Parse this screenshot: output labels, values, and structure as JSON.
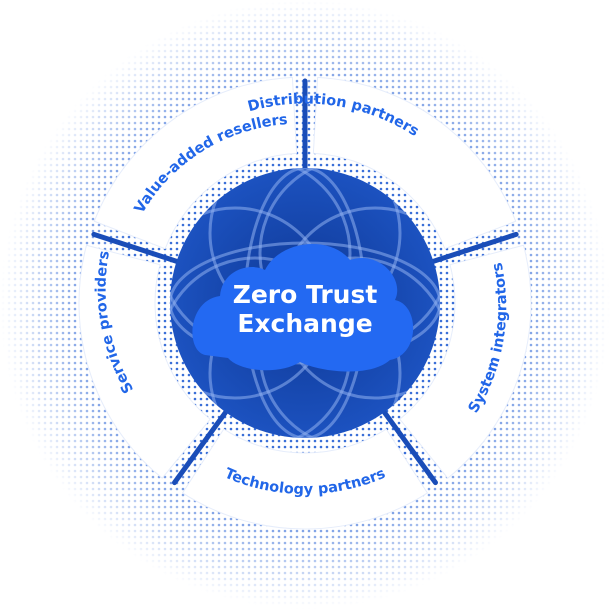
{
  "center": {
    "title_line1": "Zero Trust",
    "title_line2": "Exchange"
  },
  "segments": [
    {
      "label": "Distribution partners"
    },
    {
      "label": "System integrators"
    },
    {
      "label": "Technology partners"
    },
    {
      "label": "Service providers"
    },
    {
      "label": "Value-added resellers"
    }
  ],
  "colors": {
    "accent": "#2166e8",
    "globe": "#1a4db8",
    "globe_dark": "#0e3793",
    "cloud": "#2369f2",
    "dots": "#3a6fd8"
  }
}
